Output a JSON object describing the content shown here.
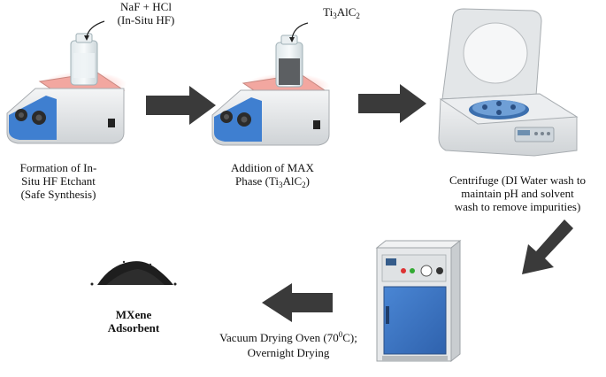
{
  "steps": {
    "etchant": {
      "reagent_line1": "NaF + HCl",
      "reagent_line2": "(In-Situ HF)",
      "caption_line1": "Formation of In-",
      "caption_line2": "Situ HF Etchant",
      "caption_line3": "(Safe Synthesis)"
    },
    "max_phase": {
      "reagent_pre": "Ti",
      "reagent_sub1": "3",
      "reagent_mid": "AlC",
      "reagent_sub2": "2",
      "caption_line1": "Addition of MAX",
      "caption_line2_pre": "Phase (Ti",
      "caption_sub1": "3",
      "caption_mid": "AlC",
      "caption_sub2": "2",
      "caption_end": ")"
    },
    "centrifuge": {
      "caption_line1": "Centrifuge (DI Water wash to",
      "caption_line2": "maintain pH and solvent",
      "caption_line3": "wash to remove impurities)"
    },
    "oven": {
      "caption_line1_pre": "Vacuum Drying Oven (70",
      "caption_sup": "0",
      "caption_line1_end": "C);",
      "caption_line2": "Overnight Drying"
    },
    "product": {
      "label_line1": "MXene",
      "label_line2": "Adsorbent"
    }
  },
  "colors": {
    "arrow": "#3a3a3a",
    "hotplate_top": "#f2a7a0",
    "hotplate_glow": "#ff6b5e",
    "knob_panel": "#3f7fd0",
    "oven_door": "#3f78c8",
    "body_grey": "#e6e8ea"
  }
}
